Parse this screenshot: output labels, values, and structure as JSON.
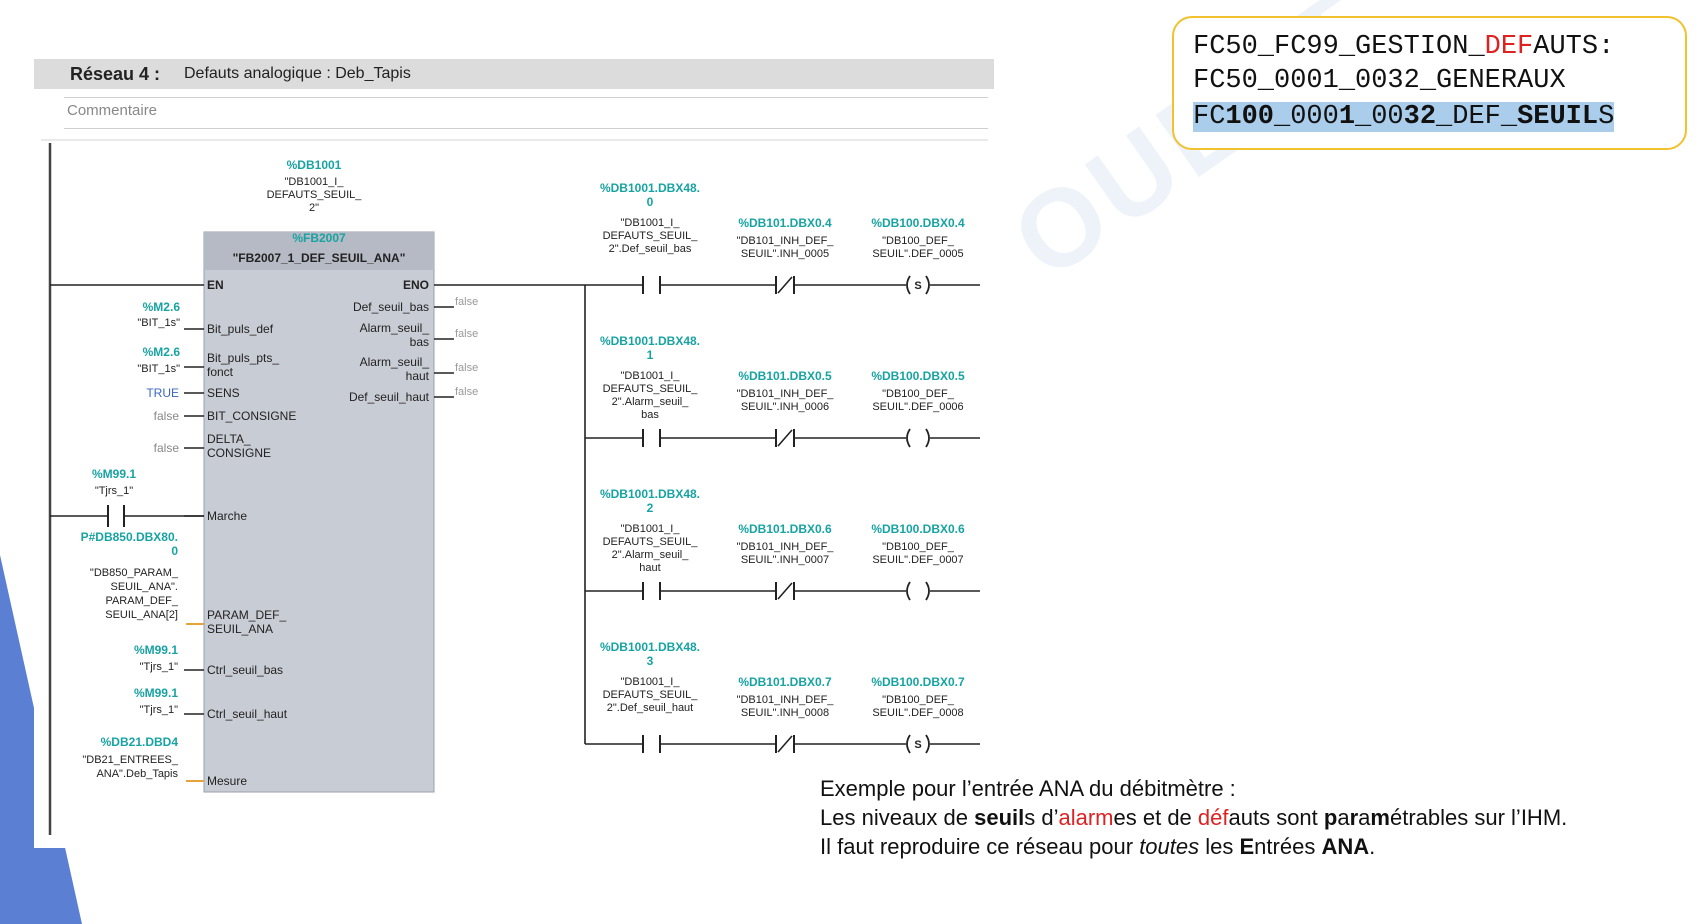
{
  "network": {
    "label": "Réseau 4 :",
    "title": "Defauts analogique : Deb_Tapis",
    "comment_placeholder": "Commentaire"
  },
  "block": {
    "instance_addr": "%DB1001",
    "instance_name_lines": [
      "\"DB1001_I_",
      "DEFAUTS_SEUIL_",
      "2\""
    ],
    "fb_addr": "%FB2007",
    "fb_name": "\"FB2007_1_DEF_SEUIL_ANA\"",
    "en": "EN",
    "eno": "ENO",
    "inputs": [
      {
        "pin": [
          "Bit_puls_def"
        ],
        "addr": "%M2.6",
        "name": "\"BIT_1s\""
      },
      {
        "pin": [
          "Bit_puls_pts_",
          "fonct"
        ],
        "addr": "%M2.6",
        "name": "\"BIT_1s\""
      },
      {
        "pin": [
          "SENS"
        ],
        "value": "TRUE"
      },
      {
        "pin": [
          "BIT_CONSIGNE"
        ],
        "value": "false"
      },
      {
        "pin": [
          "DELTA_",
          "CONSIGNE"
        ],
        "value": "false"
      },
      {
        "pin": [
          "Marche"
        ],
        "addr": "%M99.1",
        "name": "\"Tjrs_1\""
      },
      {
        "pin": [
          "PARAM_DEF_",
          "SEUIL_ANA"
        ],
        "addr_lines": [
          "P#DB850.DBX80.",
          "0"
        ],
        "name_lines": [
          "\"DB850_PARAM_",
          "SEUIL_ANA\".",
          "PARAM_DEF_",
          "SEUIL_ANA[2]"
        ]
      },
      {
        "pin": [
          "Ctrl_seuil_bas"
        ],
        "addr": "%M99.1",
        "name": "\"Tjrs_1\""
      },
      {
        "pin": [
          "Ctrl_seuil_haut"
        ],
        "addr": "%M99.1",
        "name": "\"Tjrs_1\""
      },
      {
        "pin": [
          "Mesure"
        ],
        "addr": "%DB21.DBD4",
        "name_lines": [
          "\"DB21_ENTREES_",
          "ANA\".Deb_Tapis"
        ]
      }
    ],
    "outputs": [
      {
        "pin": [
          "Def_seuil_bas"
        ],
        "value": "false"
      },
      {
        "pin": [
          "Alarm_seuil_",
          "bas"
        ],
        "value": "false"
      },
      {
        "pin": [
          "Alarm_seuil_",
          "haut"
        ],
        "value": "false"
      },
      {
        "pin": [
          "Def_seuil_haut"
        ],
        "value": "false"
      }
    ]
  },
  "rungs": [
    {
      "no_contact": {
        "addr_lines": [
          "%DB1001.DBX48.",
          "0"
        ],
        "name_lines": [
          "\"DB1001_I_",
          "DEFAUTS_SEUIL_",
          "2\".Def_seuil_bas"
        ]
      },
      "nc_contact": {
        "addr": "%DB101.DBX0.4",
        "name_lines": [
          "\"DB101_INH_DEF_",
          "SEUIL\".INH_0005"
        ]
      },
      "coil": {
        "addr": "%DB100.DBX0.4",
        "name_lines": [
          "\"DB100_DEF_",
          "SEUIL\".DEF_0005"
        ],
        "type": "S"
      }
    },
    {
      "no_contact": {
        "addr_lines": [
          "%DB1001.DBX48.",
          "1"
        ],
        "name_lines": [
          "\"DB1001_I_",
          "DEFAUTS_SEUIL_",
          "2\".Alarm_seuil_",
          "bas"
        ]
      },
      "nc_contact": {
        "addr": "%DB101.DBX0.5",
        "name_lines": [
          "\"DB101_INH_DEF_",
          "SEUIL\".INH_0006"
        ]
      },
      "coil": {
        "addr": "%DB100.DBX0.5",
        "name_lines": [
          "\"DB100_DEF_",
          "SEUIL\".DEF_0006"
        ],
        "type": ""
      }
    },
    {
      "no_contact": {
        "addr_lines": [
          "%DB1001.DBX48.",
          "2"
        ],
        "name_lines": [
          "\"DB1001_I_",
          "DEFAUTS_SEUIL_",
          "2\".Alarm_seuil_",
          "haut"
        ]
      },
      "nc_contact": {
        "addr": "%DB101.DBX0.6",
        "name_lines": [
          "\"DB101_INH_DEF_",
          "SEUIL\".INH_0007"
        ]
      },
      "coil": {
        "addr": "%DB100.DBX0.6",
        "name_lines": [
          "\"DB100_DEF_",
          "SEUIL\".DEF_0007"
        ],
        "type": ""
      }
    },
    {
      "no_contact": {
        "addr_lines": [
          "%DB1001.DBX48.",
          "3"
        ],
        "name_lines": [
          "\"DB1001_I_",
          "DEFAUTS_SEUIL_",
          "2\".Def_seuil_haut"
        ]
      },
      "nc_contact": {
        "addr": "%DB101.DBX0.7",
        "name_lines": [
          "\"DB101_INH_DEF_",
          "SEUIL\".INH_0008"
        ]
      },
      "coil": {
        "addr": "%DB100.DBX0.7",
        "name_lines": [
          "\"DB100_DEF_",
          "SEUIL\".DEF_0008"
        ],
        "type": "S"
      }
    }
  ],
  "info_box": {
    "line1": [
      "FC50_FC99_GESTION_",
      "DEF",
      "AUTS:"
    ],
    "line2": "FC50_0001_0032_GENERAUX",
    "line3": [
      "FC",
      "100",
      "_000",
      "1",
      "_00",
      "32",
      "_DEF_",
      "SEUIL",
      "S"
    ]
  },
  "note": {
    "line1": "Exemple pour l’entrée ANA du débitmètre :",
    "line2": [
      "Les niveaux de ",
      "seuil",
      "s d’",
      "alarm",
      "es et de ",
      "déf",
      "auts sont ",
      "p",
      "a",
      "r",
      "a",
      "m",
      "é",
      "trables sur l’IHM."
    ],
    "line3": [
      "Il faut reproduire ce réseau pour ",
      "toutes",
      " les ",
      "E",
      "ntrées ",
      "ANA",
      "."
    ]
  },
  "watermark": "OUEST",
  "colors": {
    "accent": "#18a3a3",
    "block": "#c8ccd4",
    "highlight": "#a9cdea",
    "red": "#d22222",
    "info_border": "#f2c12e",
    "triangle": "#5b7fd3"
  }
}
